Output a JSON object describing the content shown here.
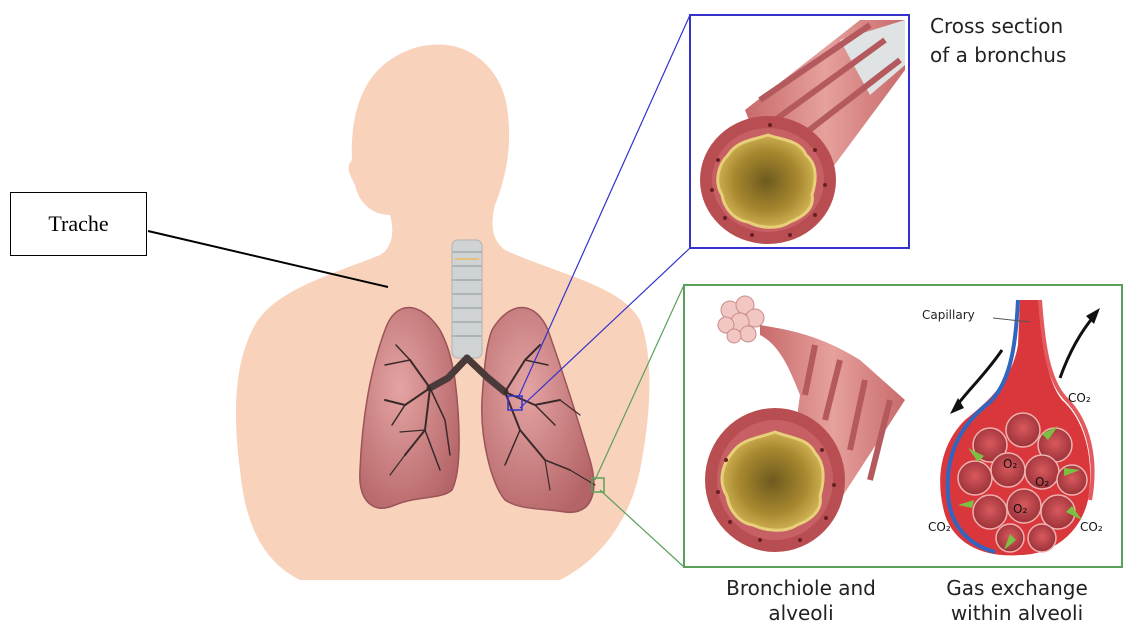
{
  "labels": {
    "trache": "Trache",
    "cross_section_line1": "Cross section",
    "cross_section_line2": "of a bronchus",
    "capillary": "Capillary",
    "bronchiole_line1": "Bronchiole and",
    "bronchiole_line2": "alveoli",
    "gas_line1": "Gas exchange",
    "gas_line2": "within alveoli",
    "co2": "CO₂",
    "o2": "O₂"
  },
  "colors": {
    "skin": "#f9d2bc",
    "lung": "#c97d80",
    "lung_dark": "#a65a5e",
    "bronchus_tree": "#3a2a2a",
    "trachea": "#cfd3d3",
    "tissue": "#b84e52",
    "lumen": "#c7a448",
    "blue_frame": "#3333cc",
    "green_frame": "#5aa05a",
    "vessel_red": "#d9373c",
    "vessel_blue": "#3066c0",
    "arrow_green": "#7cc043"
  }
}
